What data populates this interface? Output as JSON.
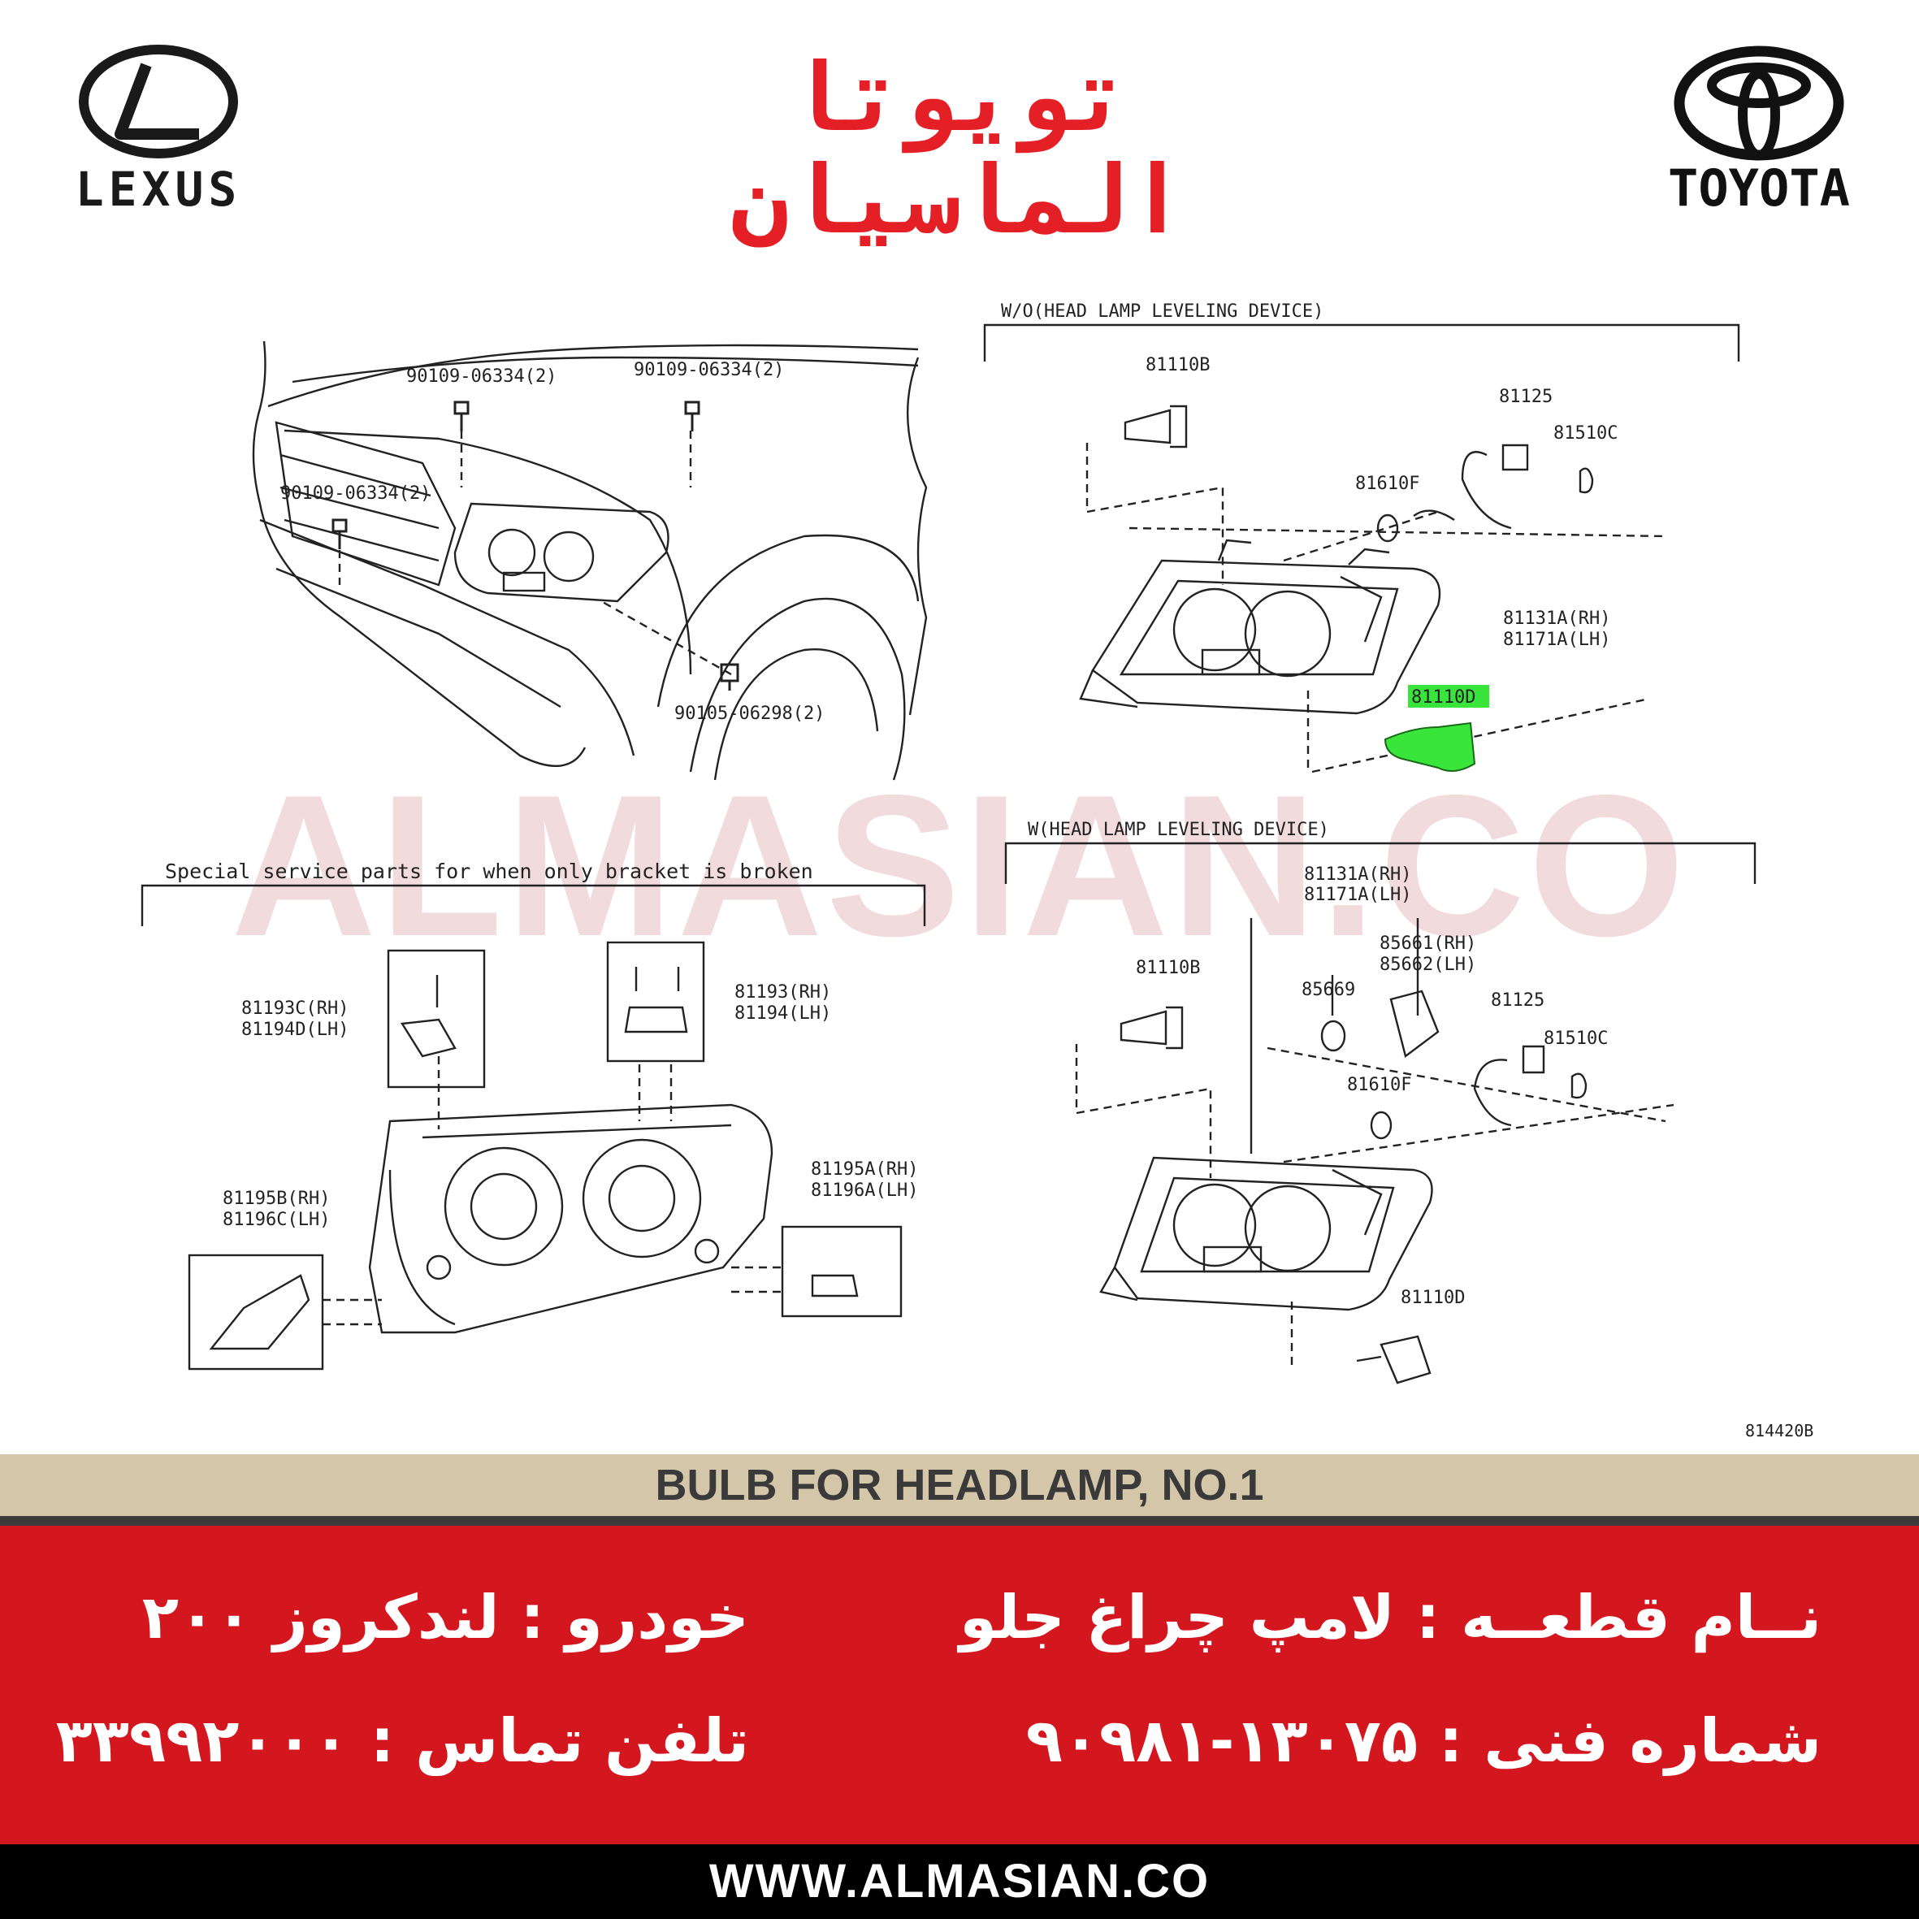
{
  "header": {
    "lexus_wordmark": "LEXUS",
    "toyota_wordmark": "TOYOTA",
    "brand_line1": "تویوتا",
    "brand_line2": "الماسیان"
  },
  "diagram": {
    "figure_id": "814420B",
    "group_without_leveling": "W/O(HEAD LAMP LEVELING DEVICE)",
    "group_with_leveling": "W(HEAD LAMP LEVELING DEVICE)",
    "special_service_note": "Special service parts for when only bracket is broken",
    "highlight_color": "#39e53b",
    "labels": {
      "bolt_a": "90109-06334(2)",
      "bolt_b": "90109-06334(2)",
      "bolt_c": "90109-06334(2)",
      "bolt_d": "90105-06298(2)",
      "wo_bulb_b": "81110B",
      "wo_socket": "81125",
      "wo_bulb_c": "81510C",
      "wo_bulb_f": "81610F",
      "wo_unit_rh": "81131A(RH)",
      "wo_unit_lh": "81171A(LH)",
      "wo_bulb_d": "81110D",
      "w_unit_rh": "81131A(RH)",
      "w_unit_lh": "81171A(LH)",
      "w_actuator_rh": "85661(RH)",
      "w_actuator_lh": "85662(LH)",
      "w_bulb_b": "81110B",
      "w_oring": "85669",
      "w_socket": "81125",
      "w_bulb_c": "81510C",
      "w_bulb_f": "81610F",
      "w_bulb_d": "81110D",
      "br_c_rh": "81193C(RH)",
      "br_d_lh": "81194D(LH)",
      "br_rh": "81193(RH)",
      "br_lh": "81194(LH)",
      "br_a_rh": "81195A(RH)",
      "br_a_lh": "81196A(LH)",
      "br_b_rh": "81195B(RH)",
      "br_c_lh": "81196C(LH)"
    }
  },
  "watermark": "ALMASIAN.CO",
  "title": "BULB FOR HEADLAMP, NO.1",
  "info": {
    "part_name": "نــام قطعــه : لامپ چراغ جلو",
    "part_number": "شماره فنی : ۱۳۰۷۵-۹۰۹۸۱",
    "vehicle": "خودرو : لندکروز ۲۰۰",
    "phone": "تلفن تماس : ۳۳۹۹۲۰۰۰"
  },
  "footer": {
    "website": "WWW.ALMASIAN.CO"
  }
}
